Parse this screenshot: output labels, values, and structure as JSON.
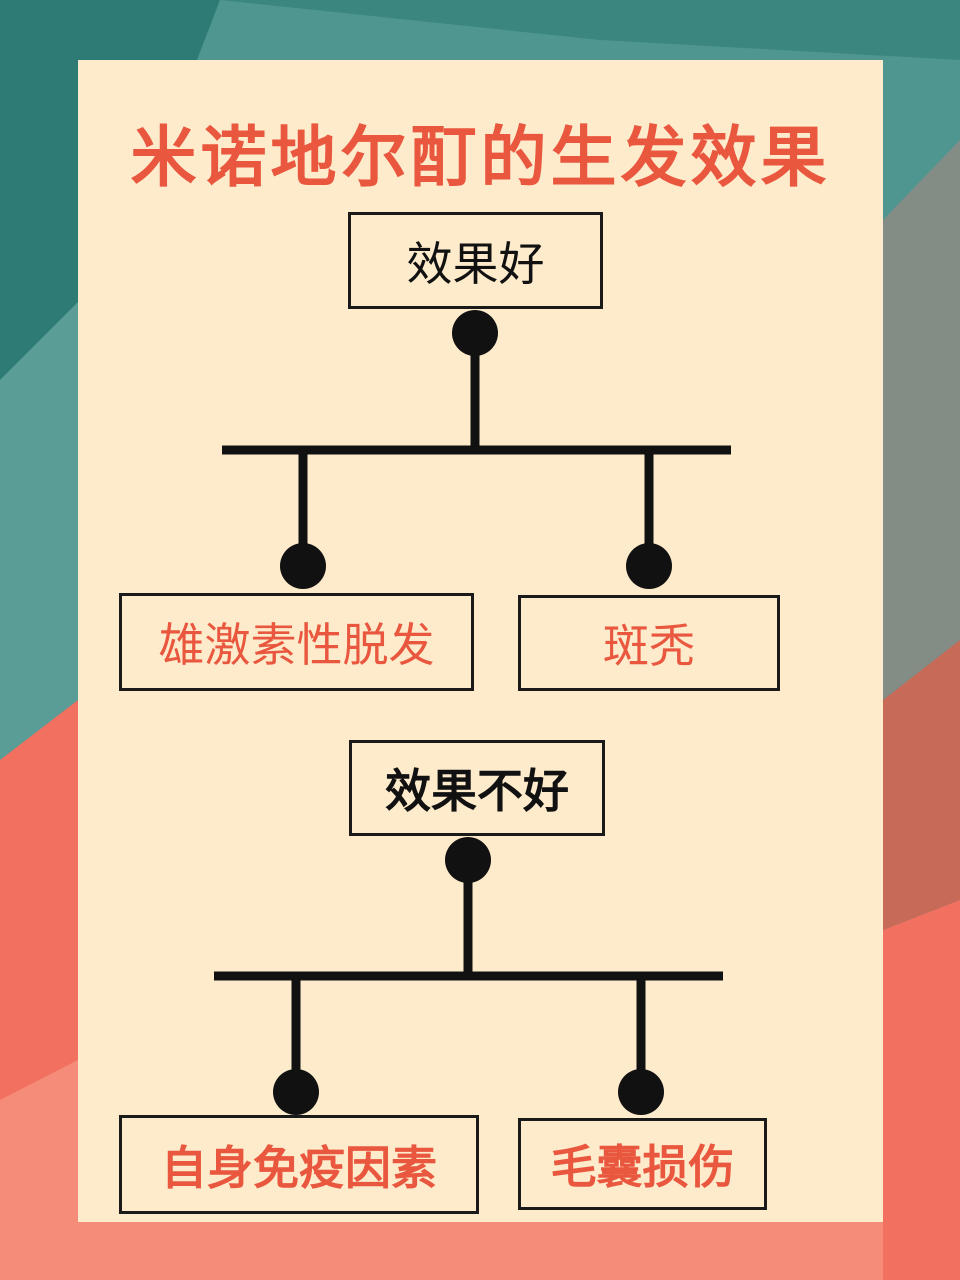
{
  "title": "米诺地尔酊的生发效果",
  "colors": {
    "card": "#fdebcc",
    "title": "#e9573f",
    "leaf_text": "#e9573f",
    "line": "#111111",
    "bg_teal_dark": "#2e7b75",
    "bg_teal": "#4f9690",
    "bg_gray": "#848c86",
    "bg_red": "#f2705f",
    "bg_salmon": "#f58c7a"
  },
  "groups": [
    {
      "root_label": "效果好",
      "children": [
        "雄激素性脱发",
        "斑秃"
      ]
    },
    {
      "root_label": "效果不好",
      "children": [
        "自身免疫因素",
        "毛囊损伤"
      ]
    }
  ]
}
